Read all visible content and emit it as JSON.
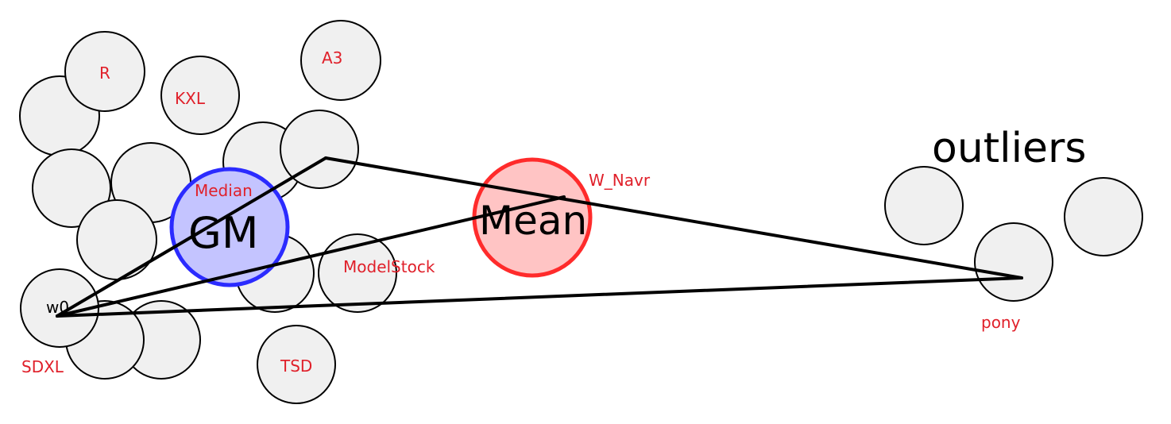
{
  "labels": {
    "outliers": "outliers",
    "gm": "GM",
    "median": "Median",
    "mean": "Mean",
    "w_navr": "W_Navr",
    "modelstock": "ModelStock",
    "w0": "w0",
    "sdxl": "SDXL",
    "tsd": "TSD",
    "pony": "pony",
    "r": "R",
    "kxl": "KXL",
    "a3": "A3"
  },
  "colors": {
    "label_red": "#e0202a",
    "gm_fill": "#c4c4ff",
    "gm_stroke": "#2b2bff",
    "mean_fill": "#ffc4c4",
    "mean_stroke": "#ff2b2b",
    "node_fill": "#f0f0f0"
  }
}
